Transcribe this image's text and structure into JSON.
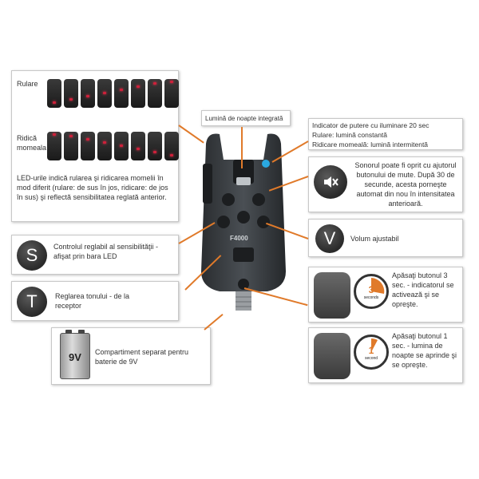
{
  "led_box": {
    "label_rulare": "Rulare",
    "label_ridicare": "Ridică\nmomeala",
    "description": "LED-urile indică rularea şi ridicarea momelii în mod diferit (rulare: de sus în jos, ridicare: de jos în sus) şi reflectă sensibilitatea reglată anterior."
  },
  "night_light": {
    "label": "Lumină de noapte integrată"
  },
  "power_box": {
    "line1": "Indicator de putere cu iluminare 20 sec",
    "line2": "Rulare: lumină constantă",
    "line3": "Ridicare momeală: lumină intermitentă"
  },
  "mute_box": {
    "text": "Sonorul poate fi oprit cu ajutorul butonului de mute. După 30 de secunde, acesta porneşte automat din nou în intensitatea anterioară."
  },
  "volume_box": {
    "icon_letter": "V",
    "text": "Volum ajustabil"
  },
  "sensitivity_box": {
    "icon_letter": "S",
    "text": "Controlul reglabil al sensibilităţii - afişat prin bara LED"
  },
  "tone_box": {
    "icon_letter": "T",
    "text": "Reglarea tonului - de la receptor"
  },
  "battery_box": {
    "battery_label": "9V",
    "text": "Compartiment separat pentru baterie de 9V"
  },
  "press3_box": {
    "dial_number": "3",
    "dial_unit": "seconds",
    "text": "Apăsaţi butonul 3 sec. - indicatorul se activează şi se opreşte."
  },
  "press1_box": {
    "dial_number": "1",
    "dial_unit": "second",
    "text": "Apăsaţi butonul 1 sec. - lumina de noapte se aprinde şi se opreşte."
  },
  "device": {
    "model": "F4000"
  },
  "colors": {
    "accent": "#e07a2a",
    "led_red": "#d0203a",
    "power_blue": "#2aa8e0"
  },
  "icons": {
    "mute": "speaker-mute-icon"
  }
}
